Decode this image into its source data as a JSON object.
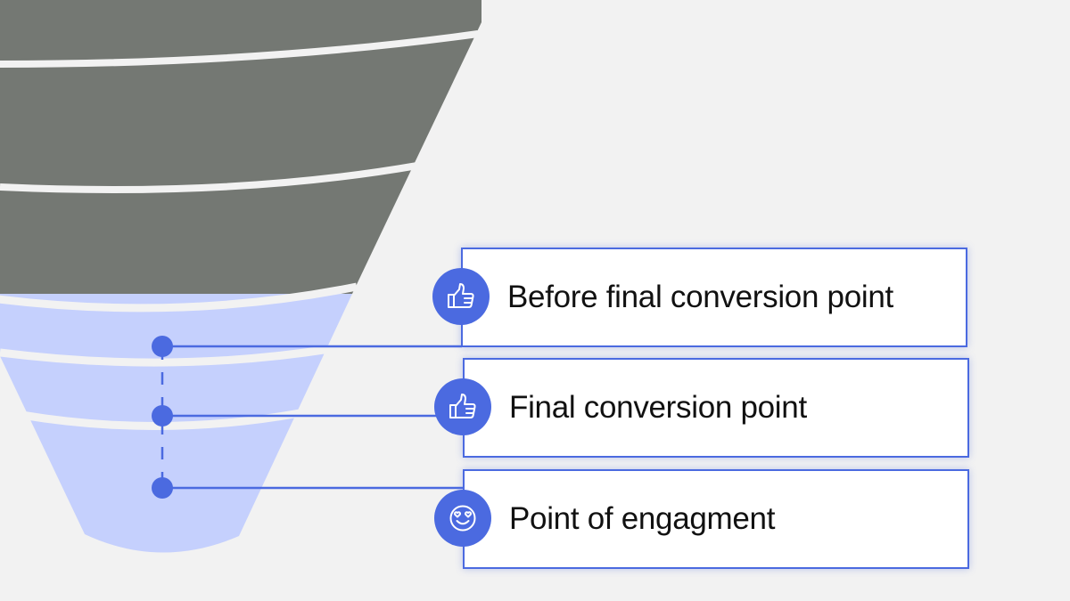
{
  "stages": [
    {
      "label": "Before final conversion point",
      "icon": "thumbs-up-icon"
    },
    {
      "label": "Final conversion point",
      "icon": "thumbs-up-icon"
    },
    {
      "label": "Point of engagment",
      "icon": "heart-eyes-smiley-icon"
    }
  ],
  "colors": {
    "background": "#f2f2f2",
    "funnel_upper": "#747873",
    "funnel_lower": "#c5d0fd",
    "accent": "#4b6ae0",
    "separator": "#f2f2f2"
  }
}
